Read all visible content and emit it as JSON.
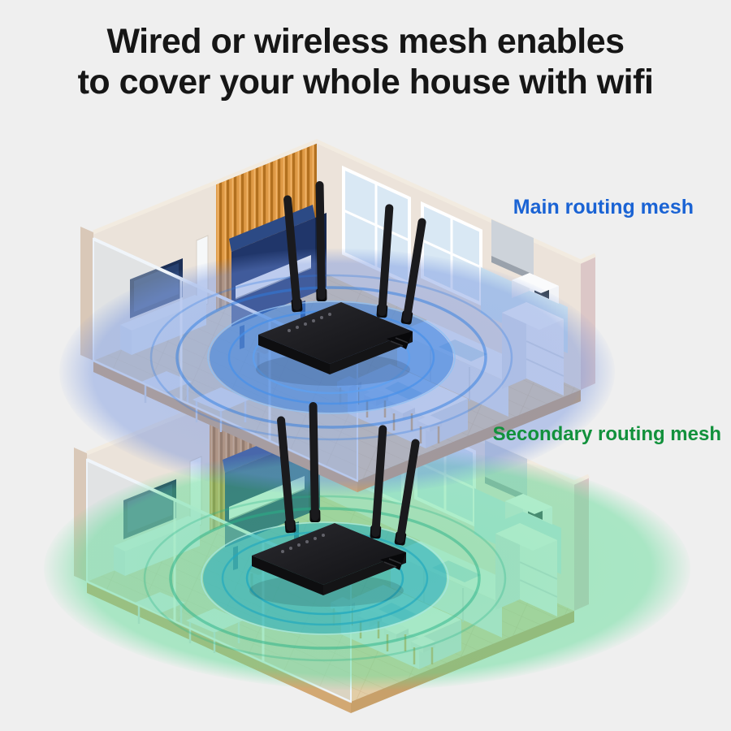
{
  "title": {
    "line1": "Wired or wireless mesh enables",
    "line2": "to cover your whole house with wifi"
  },
  "mesh_labels": {
    "main": "Main routing mesh",
    "secondary": "Secondary routing mesh"
  },
  "colors": {
    "background": "#efefef",
    "title_text": "#161616",
    "main_label": "#1a63d4",
    "secondary_label": "#12913c",
    "blue_zone": "#6d8ede",
    "blue_ring": "#2e7ce0",
    "green_zone": "#57db92",
    "teal_ring": "#23aabe",
    "green_ring": "#27b287",
    "slat_wood": "#df9a46",
    "floor_wood": "#e2cda6",
    "piano_body": "#20366a",
    "router_body": "#18181a"
  },
  "scene": {
    "description": "Isometric cutaway of a two-storey house; one 4-antenna wifi router per floor radiating coverage rings",
    "floors": [
      {
        "name": "upper",
        "mesh": "Main routing mesh",
        "coverage_color": "#6d8ede",
        "device": "4-antenna wifi router"
      },
      {
        "name": "lower",
        "mesh": "Secondary routing mesh",
        "coverage_color": "#57db92",
        "device": "4-antenna wifi router"
      }
    ],
    "furniture": [
      "upright piano",
      "piano bench",
      "wall TV",
      "media console",
      "kitchen counter",
      "range hood",
      "fridge",
      "microwave",
      "island counter",
      "bar stools",
      "glass side tables",
      "glass wall"
    ]
  }
}
